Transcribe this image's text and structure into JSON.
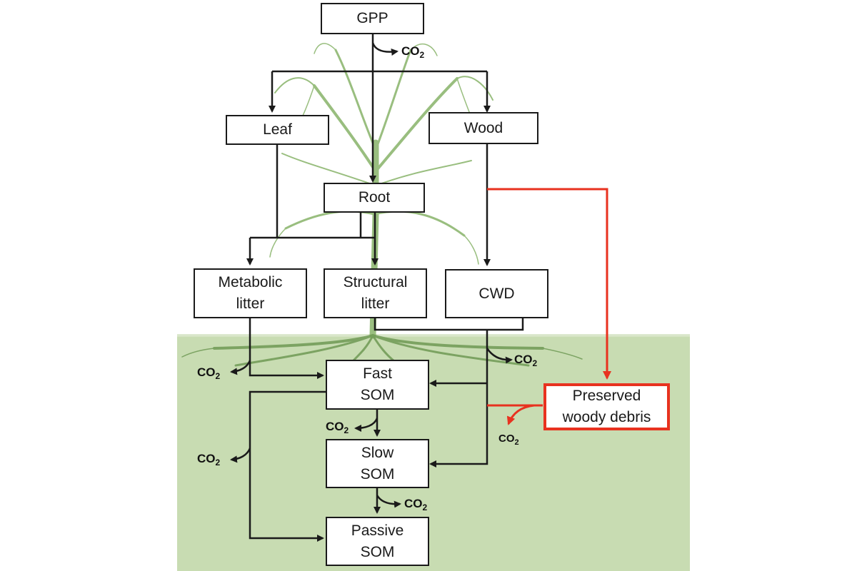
{
  "boxes": {
    "gpp": "GPP",
    "leaf": "Leaf",
    "wood": "Wood",
    "root": "Root",
    "metabolic_litter": "Metabolic\nlitter",
    "structural_litter": "Structural\nlitter",
    "cwd": "CWD",
    "fast_som": "Fast\nSOM",
    "slow_som": "Slow\nSOM",
    "passive_som": "Passive\nSOM",
    "preserved_woody_debris": "Preserved\nwoody debris"
  },
  "co2": {
    "base": "CO",
    "sub": "2"
  },
  "colors": {
    "arrow": "#1a1a1a",
    "highlight": "#e8321f",
    "soil": "#c8dcb2",
    "tree": "#8fb872"
  },
  "icons": [
    "tree-illustration",
    "roots-illustration"
  ]
}
